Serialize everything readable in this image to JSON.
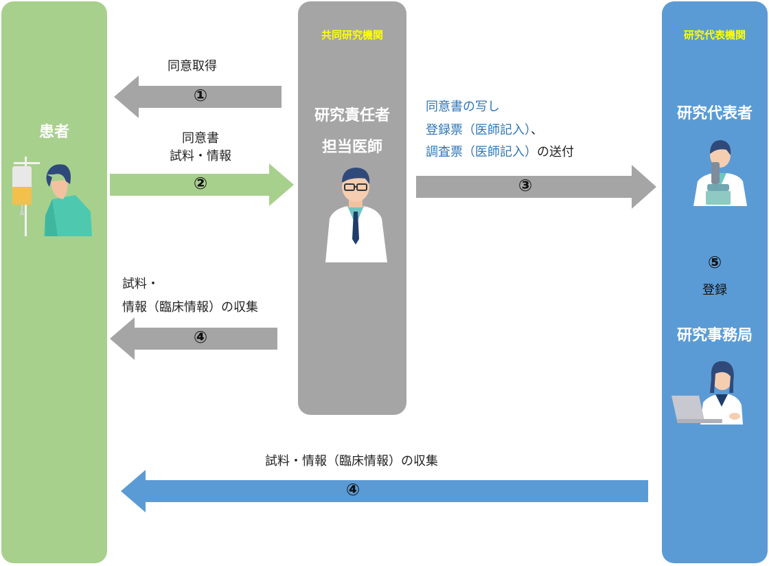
{
  "patient": {
    "label": "患者"
  },
  "coop": {
    "title": "共同研究機関",
    "role_line1": "研究責任者",
    "role_line2": "担当医師"
  },
  "rep": {
    "title": "研究代表機関",
    "role": "研究代表者",
    "step5_num": "⑤",
    "step5_label": "登録",
    "office": "研究事務局"
  },
  "arrows": {
    "a1": {
      "num": "①",
      "label": "同意取得"
    },
    "a2": {
      "num": "②",
      "label_line1": "同意書",
      "label_line2": "試料・情報"
    },
    "a3": {
      "num": "③",
      "label_line1": "同意書の写し",
      "label_line2_blue": "登録票（医師記入）",
      "label_line2_black": "、",
      "label_line3_blue": "調査票（医師記入）",
      "label_line3_black": "の送付"
    },
    "a4_top": {
      "num": "④",
      "label_line1": "試料・",
      "label_line2": "情報（臨床情報）の収集"
    },
    "a4_bottom": {
      "num": "④",
      "label": "試料・情報（臨床情報）の収集"
    }
  },
  "colors": {
    "patient_column": "#a8d08d",
    "coop_column": "#a5a5a5",
    "rep_column": "#5b9bd5",
    "title_yellow": "#ffff00",
    "arrow_gray": "#a5a5a5",
    "arrow_green": "#a8d08d",
    "arrow_blue": "#5b9bd5",
    "text_blue": "#2e75b6"
  }
}
